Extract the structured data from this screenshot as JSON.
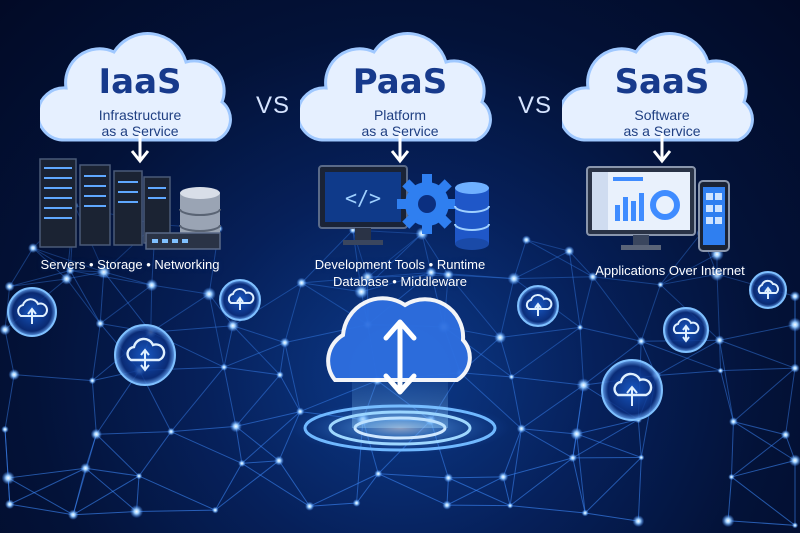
{
  "models": [
    {
      "title": "IaaS",
      "subtitle_line1": "Infrastructure",
      "subtitle_line2": "as a Service",
      "caption_lines": [
        "Servers  •  Storage  •  Networking"
      ]
    },
    {
      "title": "PaaS",
      "subtitle_line1": "Platform",
      "subtitle_line2": "as a Service",
      "caption_lines": [
        "Development Tools  •  Runtime",
        "Database  •  Middleware"
      ]
    },
    {
      "title": "SaaS",
      "subtitle_line1": "Software",
      "subtitle_line2": "as a Service",
      "caption_lines": [
        "Applications Over Internet"
      ]
    }
  ],
  "separators": [
    "VS",
    "VS"
  ],
  "icons": {
    "iaas": [
      "server-rack-icon",
      "storage-drum-icon",
      "network-switch-icon"
    ],
    "paas": [
      "code-monitor-icon",
      "gear-icon",
      "database-icon"
    ],
    "saas": [
      "dashboard-monitor-icon",
      "smartphone-icon"
    ],
    "network": [
      "cloud-upload-icon",
      "cloud-sync-icon"
    ]
  },
  "colors": {
    "background": "#031238",
    "cloud_fill": "#e6f0ff",
    "cloud_glow": "#7fb6ff",
    "title": "#173a8c",
    "network_line": "#3f8cff",
    "node_glow": "#9fd0ff"
  }
}
